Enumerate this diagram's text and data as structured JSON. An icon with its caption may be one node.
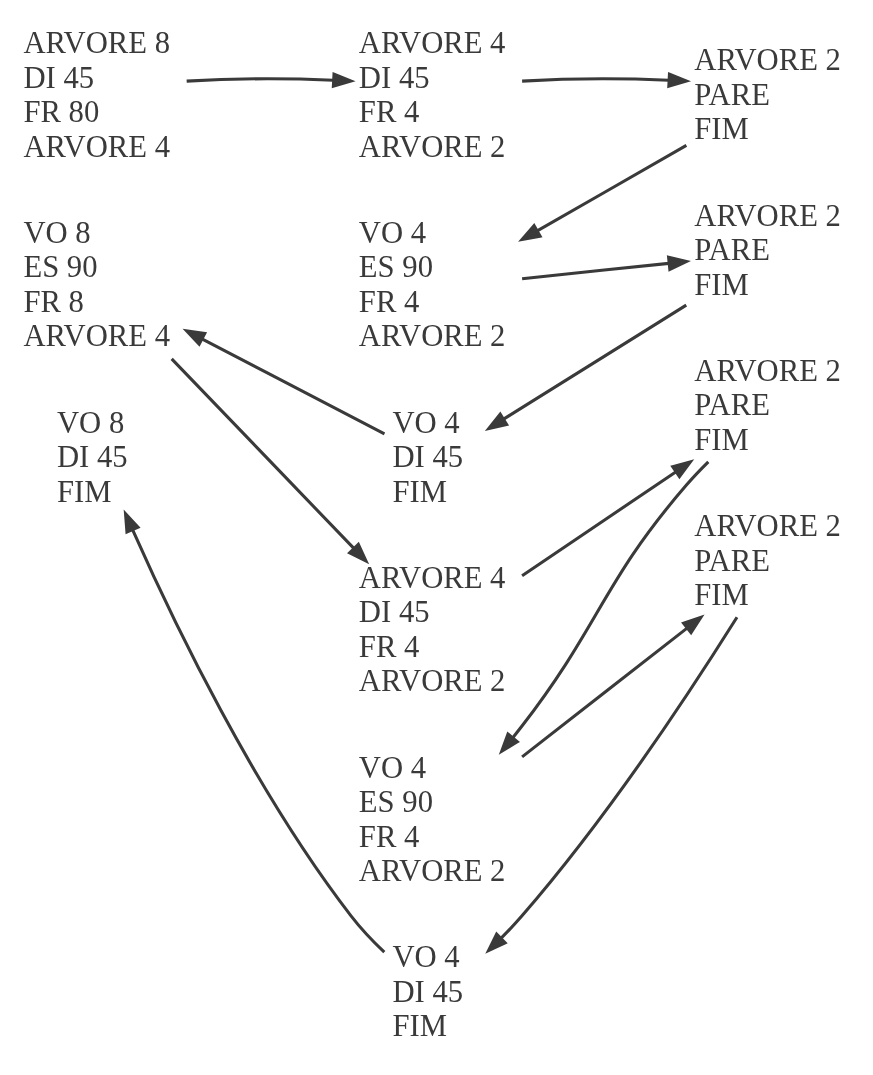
{
  "diagram": {
    "nodes": [
      {
        "text": [
          "ARVORE 8",
          "DI 45",
          "FR 80",
          "ARVORE 4"
        ]
      },
      {
        "text": [
          "ARVORE 4",
          "DI 45",
          "FR 4",
          "ARVORE 2"
        ]
      },
      {
        "text": [
          "ARVORE 2",
          "PARE",
          "FIM"
        ]
      },
      {
        "text": [
          "VO 4",
          "ES 90",
          "FR 4",
          "ARVORE 2"
        ]
      },
      {
        "text": [
          "ARVORE 2",
          "PARE",
          "FIM"
        ]
      },
      {
        "text": [
          "VO 4",
          "DI 45",
          "FIM"
        ]
      },
      {
        "text": [
          "VO 8",
          "ES 90",
          "FR 8",
          "ARVORE 4"
        ]
      },
      {
        "text": [
          "ARVORE 4",
          "DI 45",
          "FR 4",
          "ARVORE 2"
        ]
      },
      {
        "text": [
          "ARVORE 2",
          "PARE",
          "FIM"
        ]
      },
      {
        "text": [
          "VO 4",
          "ES 90",
          "FR 4",
          "ARVORE 2"
        ]
      },
      {
        "text": [
          "ARVORE 2",
          "PARE",
          "FIM"
        ]
      },
      {
        "text": [
          "VO 4",
          "DI 45",
          "FIM"
        ]
      },
      {
        "text": [
          "VO 8",
          "DI 45",
          "FIM"
        ]
      }
    ],
    "edges": [
      {
        "from": 0,
        "to": 1,
        "arrow": "to"
      },
      {
        "from": 1,
        "to": 2,
        "arrow": "to"
      },
      {
        "from": 2,
        "to": 3,
        "arrow": "to"
      },
      {
        "from": 3,
        "to": 4,
        "arrow": "to"
      },
      {
        "from": 4,
        "to": 5,
        "arrow": "to"
      },
      {
        "from": 5,
        "to": 6,
        "arrow": "to"
      },
      {
        "from": 6,
        "to": 7,
        "arrow": "to"
      },
      {
        "from": 7,
        "to": 8,
        "arrow": "to"
      },
      {
        "from": 8,
        "to": 9,
        "arrow": "to"
      },
      {
        "from": 9,
        "to": 10,
        "arrow": "to"
      },
      {
        "from": 10,
        "to": 11,
        "arrow": "to"
      },
      {
        "from": 11,
        "to": 12,
        "arrow": "to"
      }
    ]
  }
}
